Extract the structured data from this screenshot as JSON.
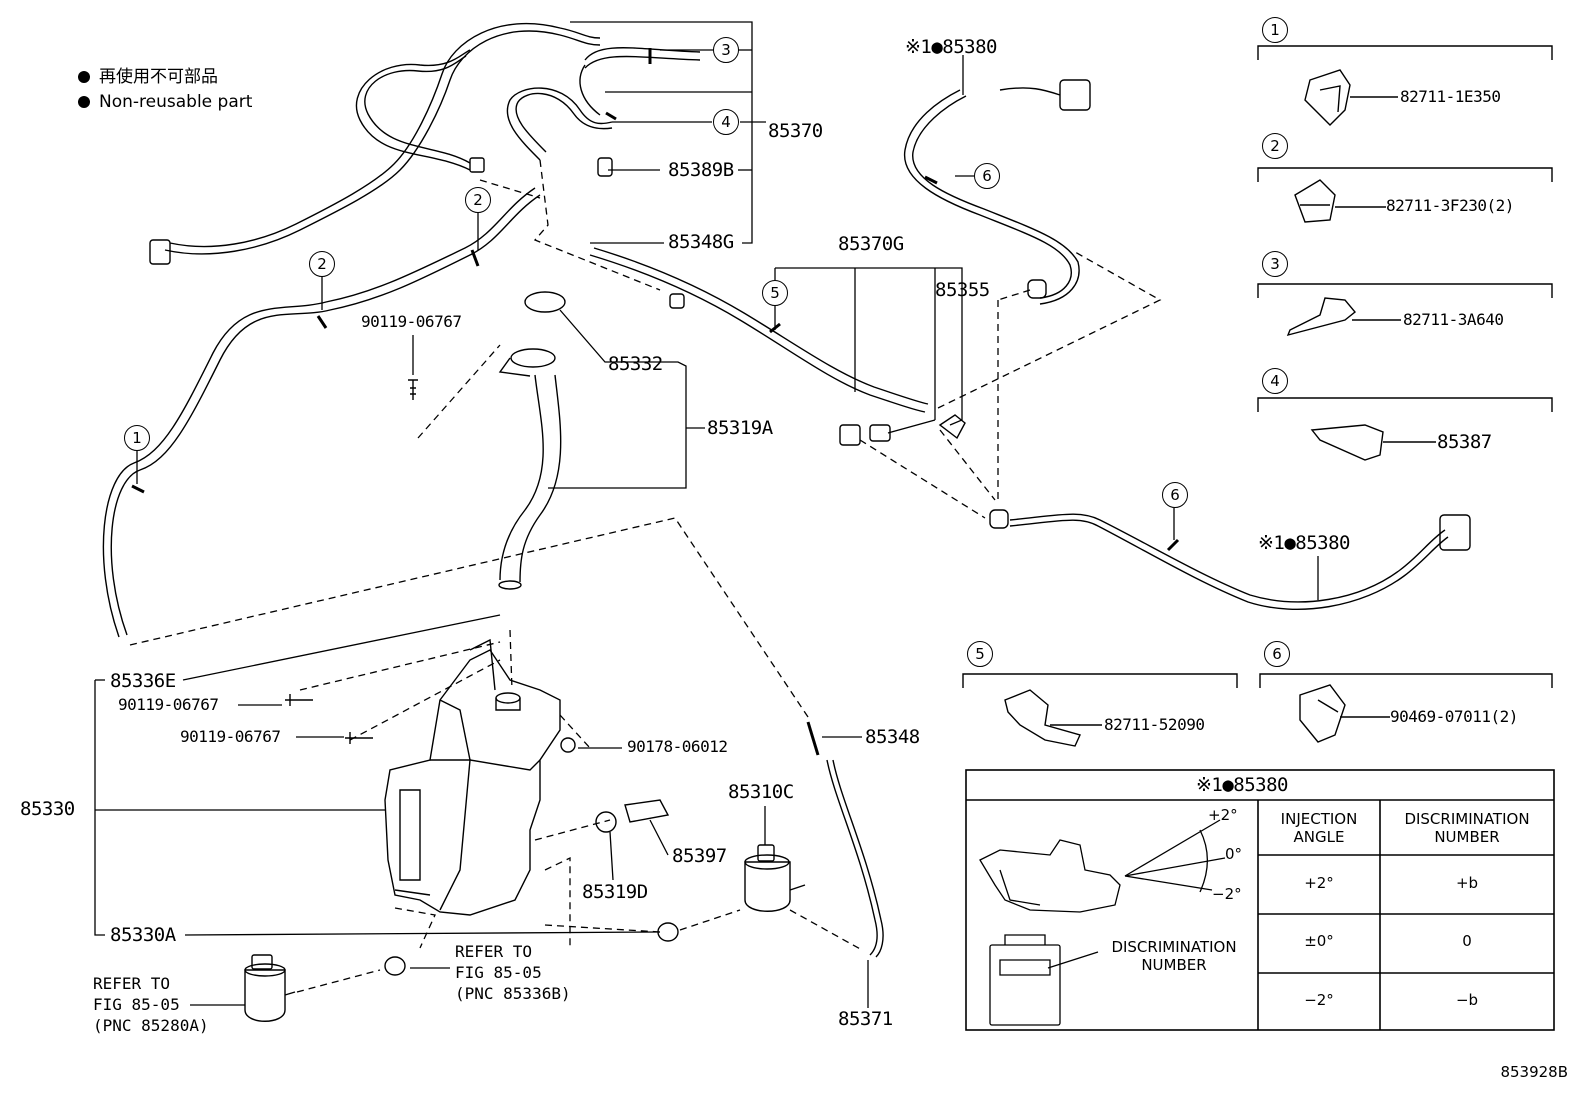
{
  "legend": {
    "jp": "再使用不可部品",
    "en": "Non-reusable part"
  },
  "parts": {
    "p85370": "85370",
    "p85389B": "85389B",
    "p85348G": "85348G",
    "p85380_top": "※1●85380",
    "p85370G": "85370G",
    "p85355": "85355",
    "p90119_top": "90119-06767",
    "p85332": "85332",
    "p85319A": "85319A",
    "p85380_mid": "※1●85380",
    "p85336E": "85336E",
    "p90119_a": "90119-06767",
    "p90119_b": "90119-06767",
    "p90178": "90178-06012",
    "p85348": "85348",
    "p85330": "85330",
    "p85310C": "85310C",
    "p85397": "85397",
    "p85319D": "85319D",
    "p85330A": "85330A",
    "p85371": "85371"
  },
  "refs": {
    "ref_a": [
      "REFER TO",
      "FIG 85-05",
      "(PNC 85336B)"
    ],
    "ref_b": [
      "REFER TO",
      "FIG 85-05",
      "(PNC 85280A)"
    ]
  },
  "clip_panels": [
    {
      "num": "1",
      "part": "82711-1E350"
    },
    {
      "num": "2",
      "part": "82711-3F230(2)"
    },
    {
      "num": "3",
      "part": "82711-3A640"
    },
    {
      "num": "4",
      "part": "85387"
    },
    {
      "num": "5",
      "part": "82711-52090"
    },
    {
      "num": "6",
      "part": "90469-07011(2)"
    }
  ],
  "callouts": {
    "c3": "3",
    "c4": "4",
    "c2a": "2",
    "c2b": "2",
    "c1": "1",
    "c5": "5",
    "c6a": "6",
    "c6b": "6"
  },
  "table": {
    "title": "※1●85380",
    "col1": [
      "INJECTION",
      "ANGLE"
    ],
    "col2": [
      "DISCRIMINATION",
      "NUMBER"
    ],
    "rows": [
      {
        "angle": "+2°",
        "num": "+b"
      },
      {
        "angle": "±0°",
        "num": "0"
      },
      {
        "angle": "−2°",
        "num": "−b"
      }
    ],
    "angle_plus": "+2°",
    "angle_zero": "0°",
    "angle_minus": "−2°",
    "disc_label": [
      "DISCRIMINATION",
      "NUMBER"
    ]
  },
  "figure_id": "853928B"
}
